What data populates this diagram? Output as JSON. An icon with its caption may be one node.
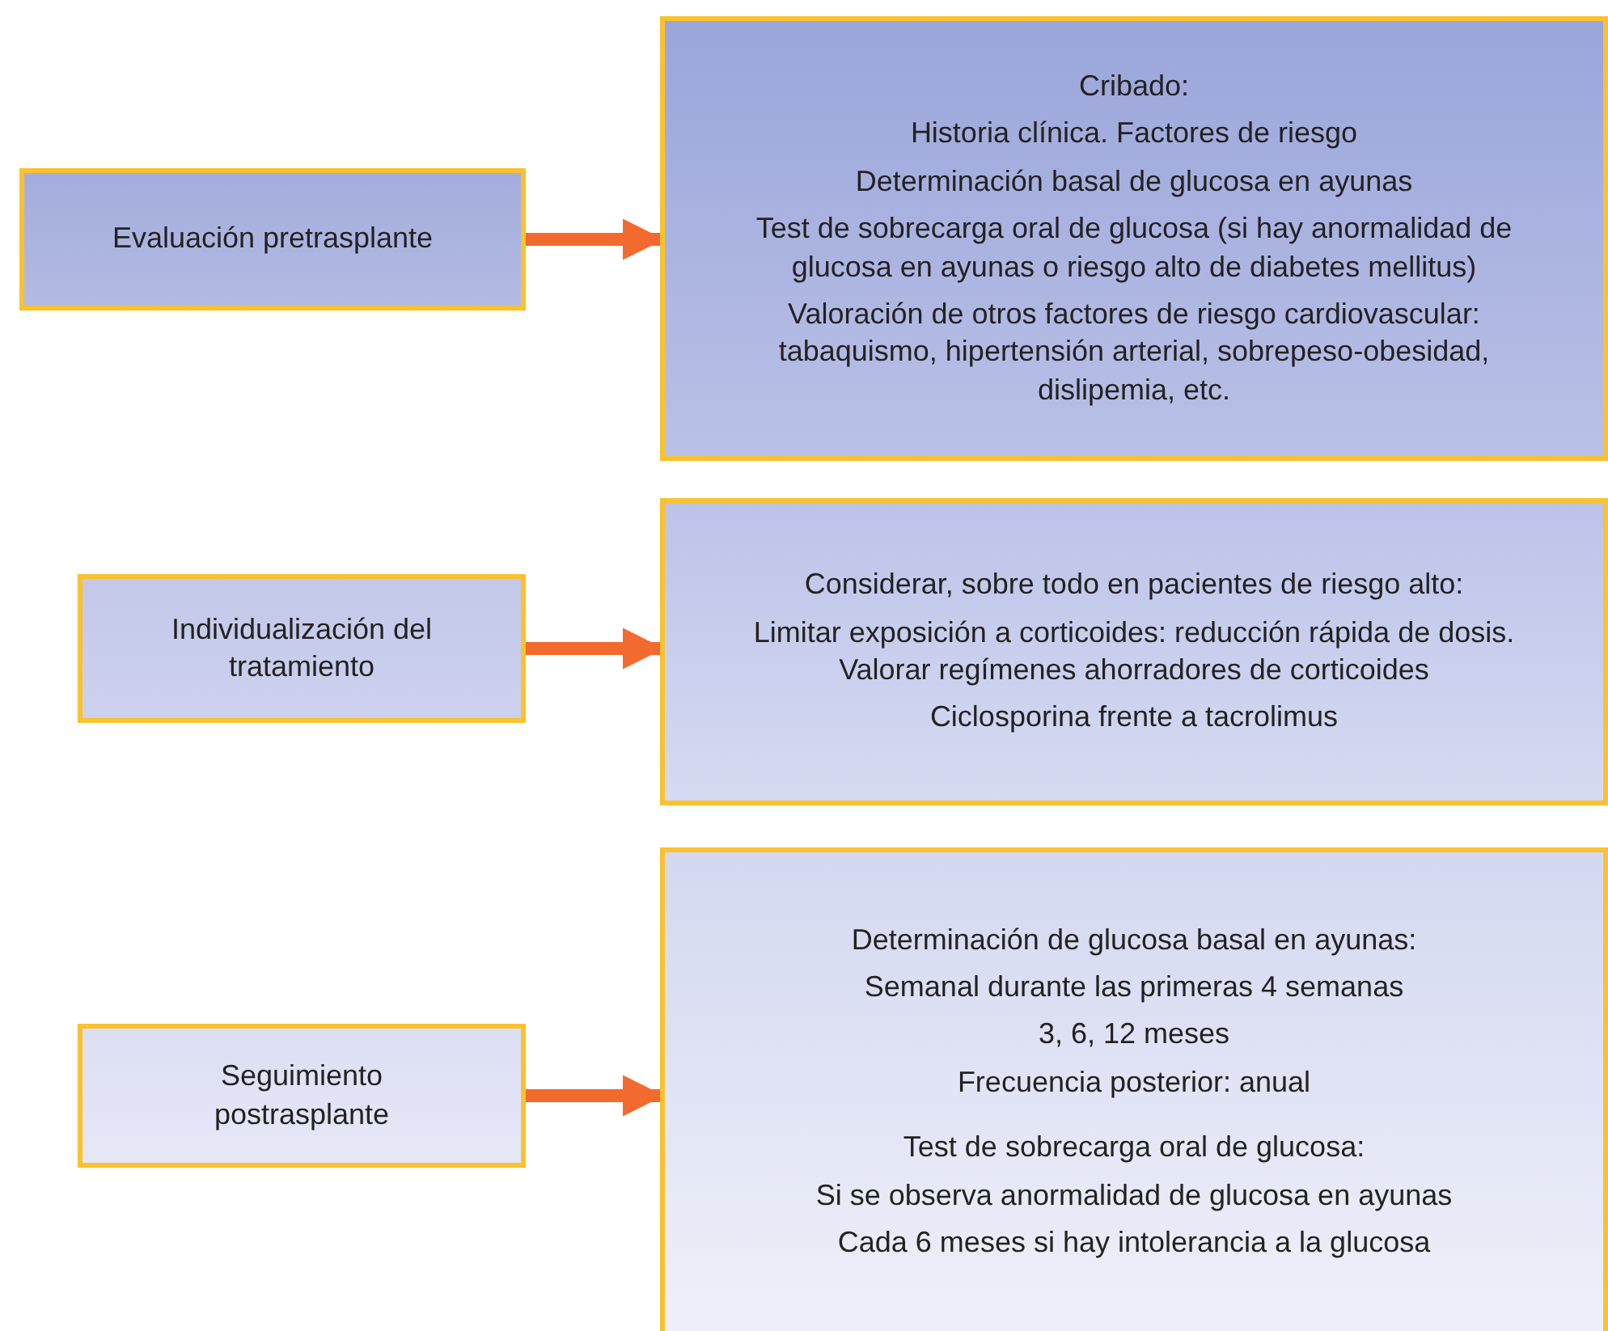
{
  "diagram": {
    "nodes": [
      {
        "text": [
          "Evaluación pretrasplante"
        ]
      },
      {
        "text": [
          "Cribado:",
          "Historia clínica. Factores de riesgo",
          "Determinación basal de glucosa en ayunas",
          "Test de sobrecarga oral de glucosa (si hay anormalidad de glucosa en ayunas o riesgo alto de diabetes mellitus)",
          "Valoración de otros factores de riesgo cardiovascular: tabaquismo, hipertensión arterial, sobrepeso-obesidad, dislipemia, etc."
        ]
      },
      {
        "text": [
          "Individualización del tratamiento"
        ]
      },
      {
        "text": [
          "Considerar, sobre todo en pacientes de riesgo alto:",
          "Limitar exposición a corticoides: reducción rápida de dosis. Valorar regímenes ahorradores de corticoides",
          "Ciclosporina frente a tacrolimus"
        ]
      },
      {
        "text": [
          "Seguimiento postrasplante"
        ]
      },
      {
        "text": [
          "Determinación de glucosa basal en ayunas:",
          "Semanal durante las primeras 4 semanas",
          "3, 6, 12 meses",
          "Frecuencia posterior: anual",
          "Test de sobrecarga oral de glucosa:",
          "Si se observa anormalidad de glucosa en ayunas",
          "Cada 6 meses si hay intolerancia a la glucosa"
        ]
      }
    ],
    "edges": [
      {
        "from": 0,
        "to": 1,
        "arrow": "to"
      },
      {
        "from": 2,
        "to": 3,
        "arrow": "to"
      },
      {
        "from": 4,
        "to": 5,
        "arrow": "to"
      }
    ]
  }
}
